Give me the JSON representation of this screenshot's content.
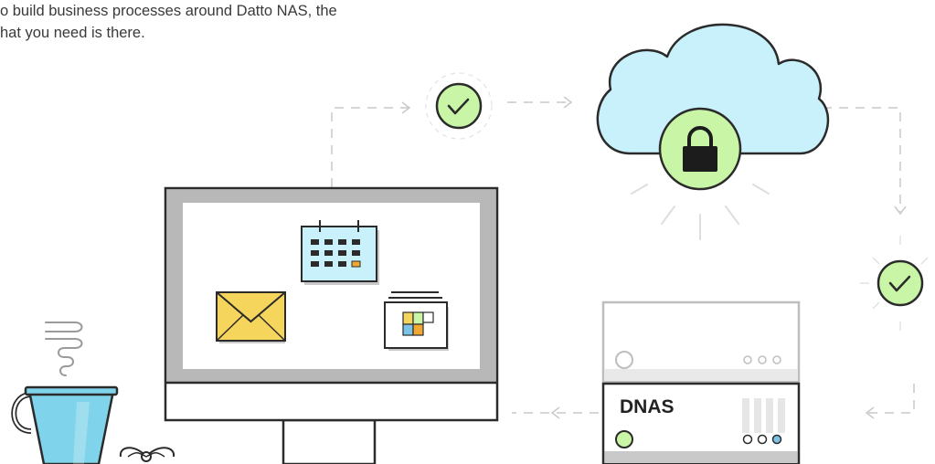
{
  "intro": {
    "line1": "o build business processes around Datto NAS, the",
    "line2": "hat you need is there."
  },
  "device": {
    "label": "DNAS"
  },
  "colors": {
    "outline": "#2b2b2b",
    "check_green": "#c9f5a6",
    "cloud_blue": "#c8f1fb",
    "cup_blue": "#7fd3ea",
    "envelope_yellow": "#f6d55c",
    "screen_gray": "#b8b8b8",
    "calendar_blue": "#7cc3e6",
    "connector_gray": "#c9c9c9"
  },
  "icons": [
    "checkmark-icon",
    "lock-icon",
    "calendar-icon",
    "envelope-icon",
    "files-icon",
    "coffee-cup-icon",
    "steam-icon",
    "server-icon"
  ]
}
